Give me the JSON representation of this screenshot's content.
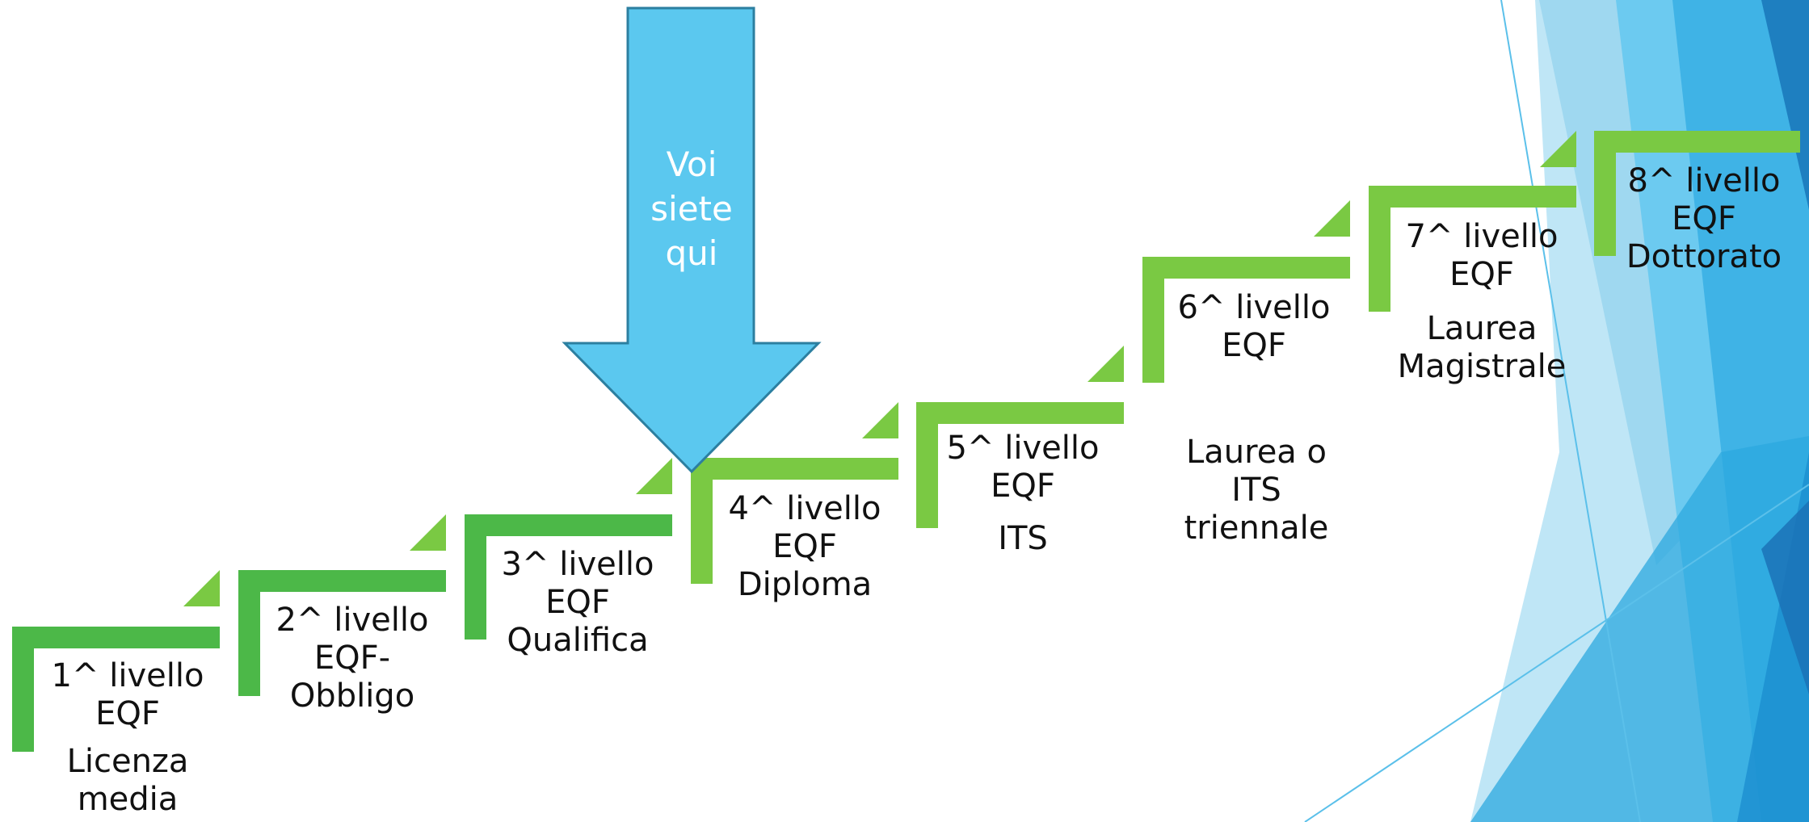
{
  "colors": {
    "step_dark": "#4cb848",
    "step_light": "#7ac943",
    "arrow_fill": "#5bc8ef",
    "arrow_stroke": "#2c7fa0",
    "arrow_text": "#ffffff",
    "text": "#111111",
    "deco_blue": "#2ca8df"
  },
  "arrow": {
    "lines": [
      "Voi",
      "siete",
      "qui"
    ]
  },
  "steps": [
    {
      "level": "1^ livello",
      "eqf": "EQF",
      "desc": [
        "Licenza",
        "media"
      ]
    },
    {
      "level": "2^ livello",
      "eqf": "EQF-",
      "desc": [
        "Obbligo"
      ]
    },
    {
      "level": "3^ livello",
      "eqf": "EQF",
      "desc": [
        "Qualifica"
      ]
    },
    {
      "level": "4^ livello",
      "eqf": "EQF",
      "desc": [
        "Diploma"
      ]
    },
    {
      "level": "5^ livello",
      "eqf": "EQF",
      "desc": [
        "ITS"
      ]
    },
    {
      "level": "6^ livello",
      "eqf": "EQF",
      "desc": [
        "Laurea o",
        "ITS",
        "triennale"
      ]
    },
    {
      "level": "7^ livello",
      "eqf": "EQF",
      "desc": [
        "Laurea",
        "Magistrale"
      ]
    },
    {
      "level": "8^ livello",
      "eqf": "EQF",
      "desc": [
        "Dottorato"
      ]
    }
  ]
}
